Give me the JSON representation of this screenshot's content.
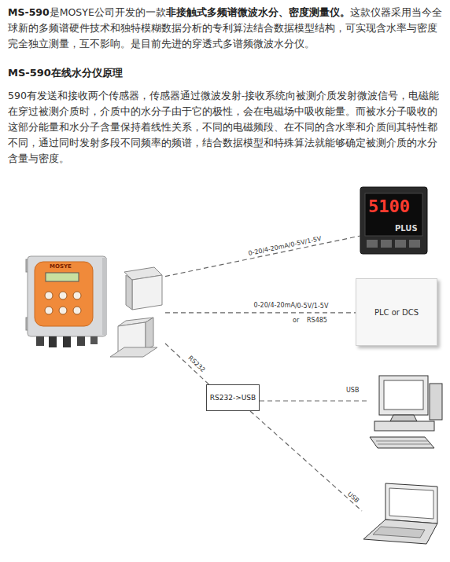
{
  "diagram": {
    "title": "MS-590在线水分仪原理",
    "nodes": [
      {
        "text": [
          "MOSYE"
        ]
      },
      {
        "text": [
          "5100",
          "PLUS"
        ]
      },
      {
        "text": [
          "PLC or DCS"
        ]
      },
      {
        "text": [
          "RS232->USB"
        ]
      }
    ],
    "edges": [
      {
        "from": 0,
        "to": 1,
        "arrow": "none",
        "label": "0-20/4-20mA/0-5V/1-5V"
      },
      {
        "from": 0,
        "to": 2,
        "arrow": "none",
        "label": "0-20/4-20mA/0-5V/1-5V"
      },
      {
        "from": 0,
        "to": 3,
        "arrow": "none",
        "label": "RS232"
      }
    ],
    "labels": [
      "MS-590",
      "是MOSYE公司开发的一款",
      "非接触式多频谱微波水分、密度测量仪。",
      "这款仪器采用当今全球新的多频谱硬件技术和独特模糊数据分析的专利算法结合数据模型结构，可实现含水率与密度完全独立测量，互不影响。是目前先进的穿透式多谱频微波水分仪。",
      "590有发送和接收两个传感器，传感器通过微波发射-接收系统向被测介质发射微波信号，电磁能在穿过被测介质时，介质中的水分子由于它的极性，会在电磁场中吸收能量。而被水分子吸收的这部分能量和水分子含量保持着线性关系，不同的电磁频段、在不同的含水率和介质间其特性都不同，通过同时发射多段不同频率的频谱，结合数据模型和特殊算法就能够确定被测介质的水分含量与密度。",
      "or",
      "RS485",
      "USB",
      "USB"
    ]
  }
}
